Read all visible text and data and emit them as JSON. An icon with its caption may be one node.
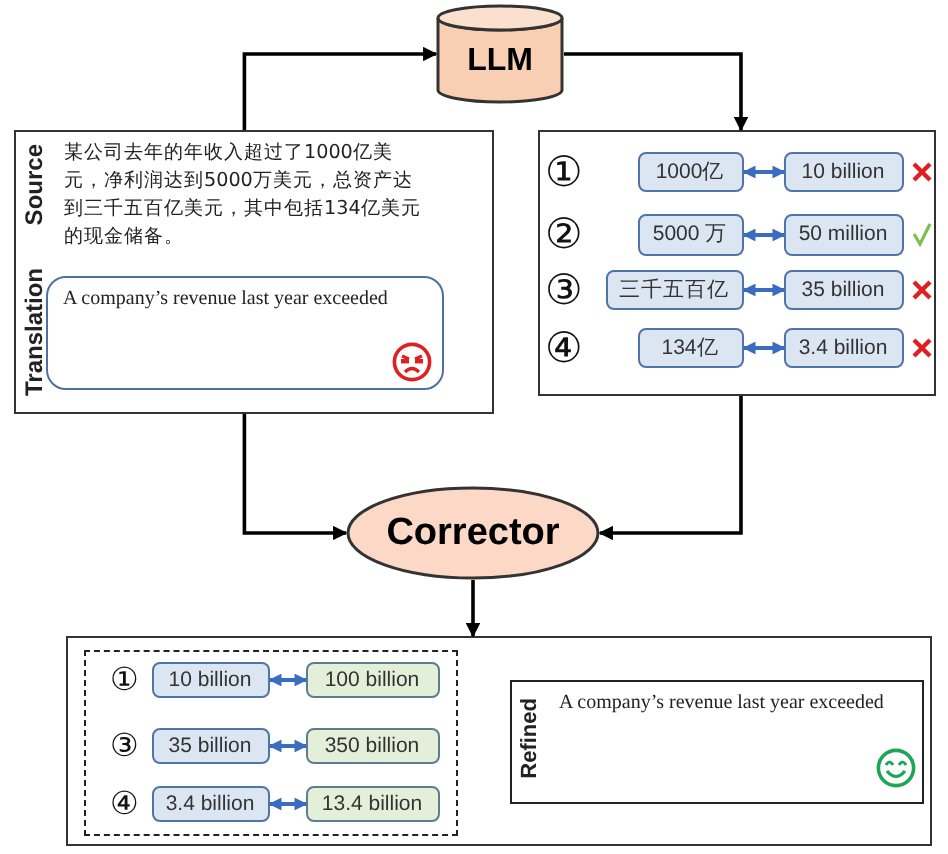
{
  "diagram": {
    "nodes": [
      {
        "text": [
          "LLM"
        ]
      },
      {
        "text": [
          "Source",
          "某公司去年的年收入超过了1000亿美元，净利润达到5000万美元，总资产达到三千五百亿美元，其中包括134亿美元的现金储备。",
          "Translation"
        ]
      },
      {
        "text": [
          "A company’s revenue last year exceeded"
        ],
        "in": 1
      },
      {
        "text": [],
        "shape": "box"
      },
      {
        "text": [
          "1000亿"
        ],
        "in": 3
      },
      {
        "text": [
          "10 billion"
        ],
        "in": 3
      },
      {
        "text": [
          "5000 万"
        ],
        "in": 3
      },
      {
        "text": [
          "50 million"
        ],
        "in": 3
      },
      {
        "text": [
          "三千五百亿"
        ],
        "in": 3
      },
      {
        "text": [
          "35 billion"
        ],
        "in": 3
      },
      {
        "text": [
          "134亿"
        ],
        "in": 3
      },
      {
        "text": [
          "3.4 billion"
        ],
        "in": 3
      },
      {
        "text": [
          "Corrector"
        ]
      },
      {
        "text": [],
        "shape": "box"
      },
      {
        "text": [],
        "shape": "box",
        "in": 13
      },
      {
        "text": [
          "10 billion"
        ],
        "in": 14
      },
      {
        "text": [
          "100 billion"
        ],
        "in": 14
      },
      {
        "text": [
          "35 billion"
        ],
        "in": 14
      },
      {
        "text": [
          "350 billion"
        ],
        "in": 14
      },
      {
        "text": [
          "3.4 billion"
        ],
        "in": 14
      },
      {
        "text": [
          "13.4 billion"
        ],
        "in": 14
      },
      {
        "text": [
          "Refined",
          "A company’s revenue last year exceeded"
        ],
        "in": 13
      }
    ],
    "edges": [
      {
        "from": 1,
        "to": 0,
        "arrow": "to",
        "color": "#000000"
      },
      {
        "from": 0,
        "to": 3,
        "arrow": "to",
        "color": "#000000"
      },
      {
        "from": 1,
        "to": 12,
        "arrow": "to",
        "color": "#000000"
      },
      {
        "from": 3,
        "to": 12,
        "arrow": "to",
        "color": "#000000"
      },
      {
        "from": 12,
        "to": 13,
        "arrow": "to",
        "color": "#000000"
      },
      {
        "from": 4,
        "to": 5,
        "arrow": "both"
      },
      {
        "from": 6,
        "to": 7,
        "arrow": "both"
      },
      {
        "from": 8,
        "to": 9,
        "arrow": "both"
      },
      {
        "from": 10,
        "to": 11,
        "arrow": "both"
      },
      {
        "from": 15,
        "to": 16,
        "arrow": "both"
      },
      {
        "from": 17,
        "to": 18,
        "arrow": "both"
      },
      {
        "from": 19,
        "to": 20,
        "arrow": "both"
      }
    ],
    "labels": [
      "①",
      "②",
      "③",
      "④",
      "①",
      "③",
      "④"
    ]
  }
}
